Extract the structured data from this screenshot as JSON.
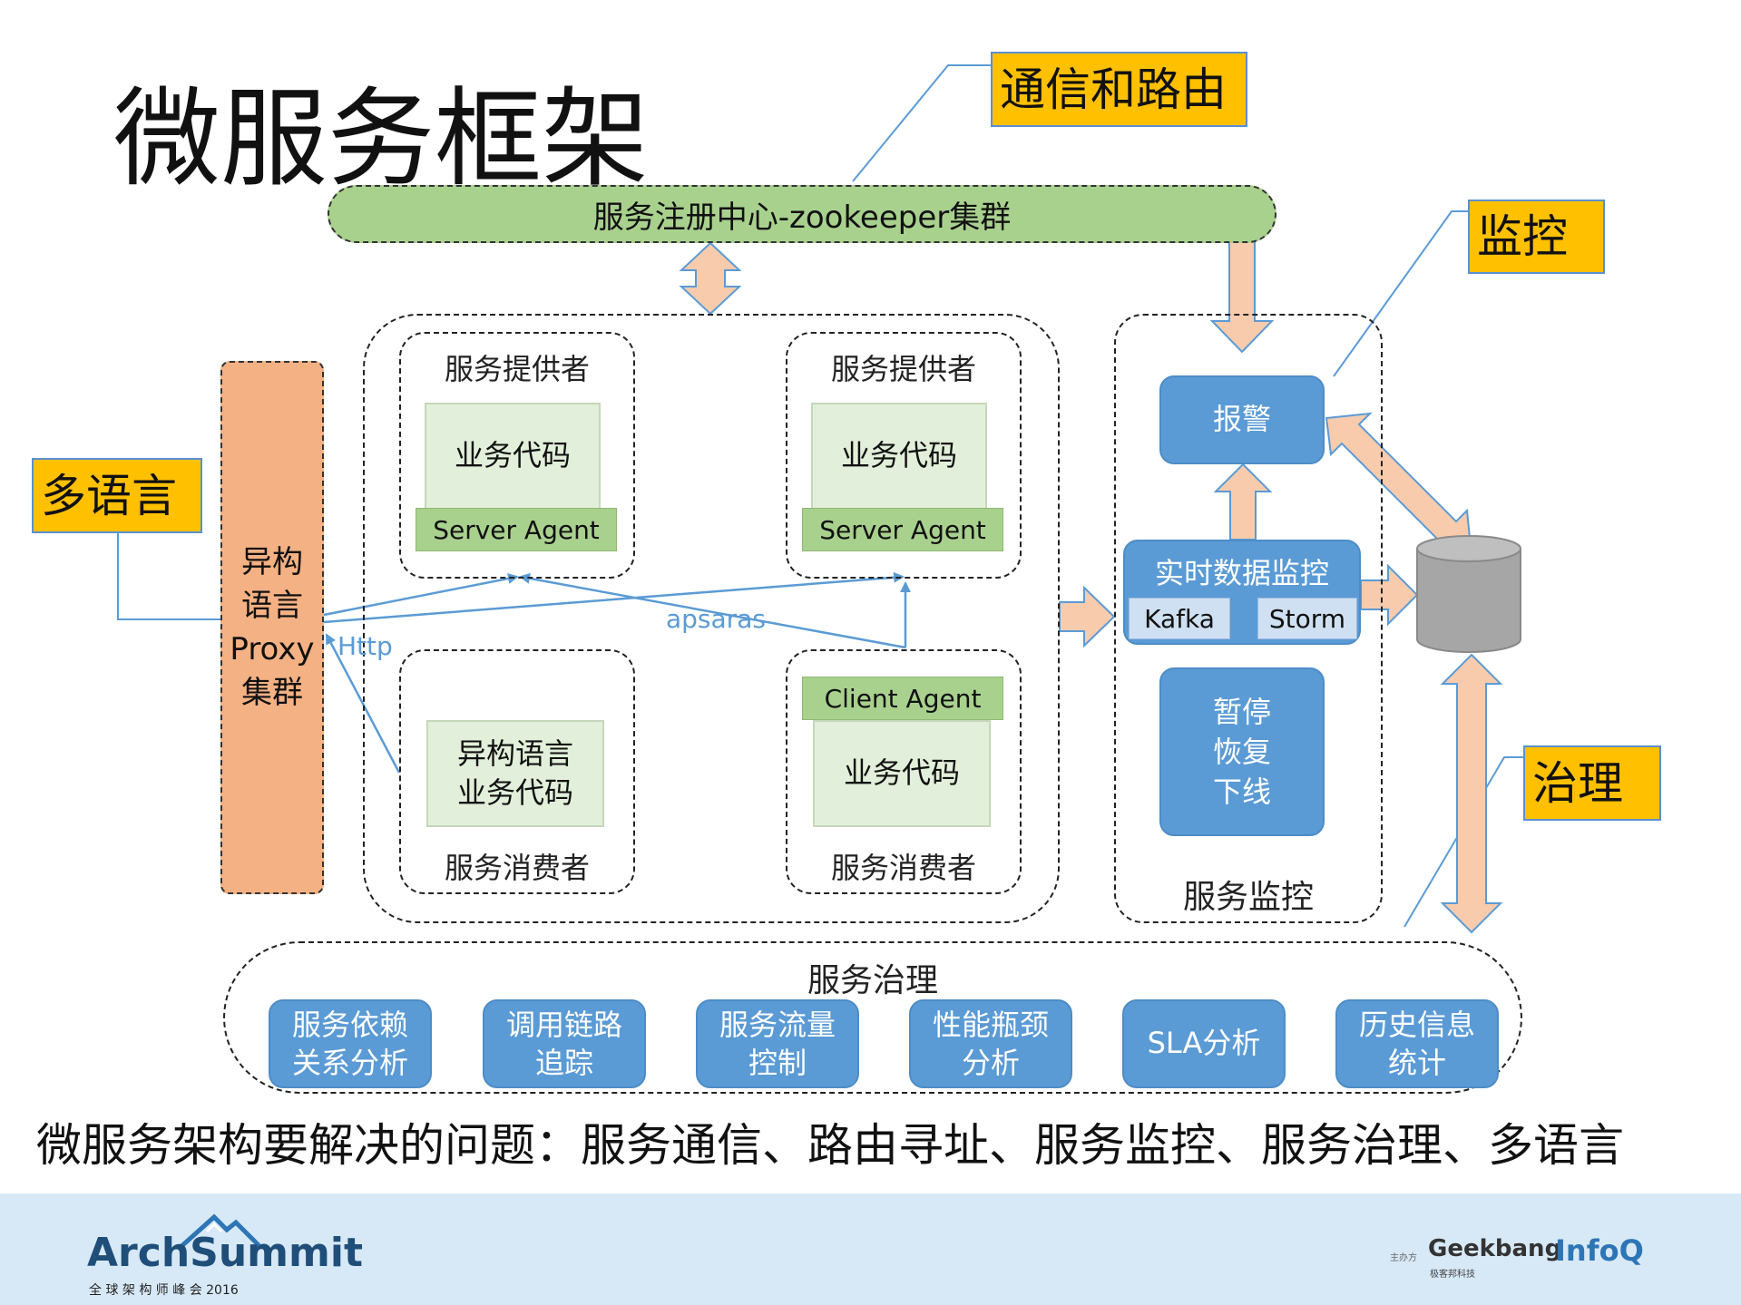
{
  "title": "微服务框架",
  "callouts": {
    "routing": "通信和路由",
    "monitor": "监控",
    "multilang": "多语言",
    "governance": "治理"
  },
  "registry": "服务注册中心-zookeeper集群",
  "proxy": [
    "异构",
    "语言",
    "Proxy",
    "集群"
  ],
  "provider_label": "服务提供者",
  "consumer_label": "服务消费者",
  "business_code": "业务代码",
  "hetero_code": [
    "异构语言",
    "业务代码"
  ],
  "server_agent": "Server Agent",
  "client_agent": "Client Agent",
  "protocol_labels": {
    "http": "Http",
    "apsaras": "apsaras"
  },
  "monitor": {
    "alarm": "报警",
    "realtime": "实时数据监控",
    "kafka": "Kafka",
    "storm": "Storm",
    "actions": [
      "暂停",
      "恢复",
      "下线"
    ],
    "label": "服务监控"
  },
  "governance": {
    "label": "服务治理",
    "items": [
      [
        "服务依赖",
        "关系分析"
      ],
      [
        "调用链路",
        "追踪"
      ],
      [
        "服务流量",
        "控制"
      ],
      [
        "性能瓶颈",
        "分析"
      ],
      [
        "SLA分析"
      ],
      [
        "历史信息",
        "统计"
      ]
    ]
  },
  "summary": "微服务架构要解决的问题：服务通信、路由寻址、服务监控、服务治理、多语言",
  "footer": {
    "arch_logo": "ArchSummit",
    "arch_sub": "全 球 架 构 师 峰 会 2016",
    "sponsor_prefix": "主办方",
    "geekbang": "Geekbang",
    "geekbang_sub": "极客邦科技",
    "infoq": "InfoQ"
  },
  "colors": {
    "callout": "#ffc000",
    "registry": "#a9d18e",
    "proxy": "#f4b183",
    "service_blue": "#5b9bd5",
    "code_box": "#e2efda",
    "agent": "#a9d18e",
    "arrow_fill": "#f8cbad",
    "footer": "#d7e9f7"
  }
}
